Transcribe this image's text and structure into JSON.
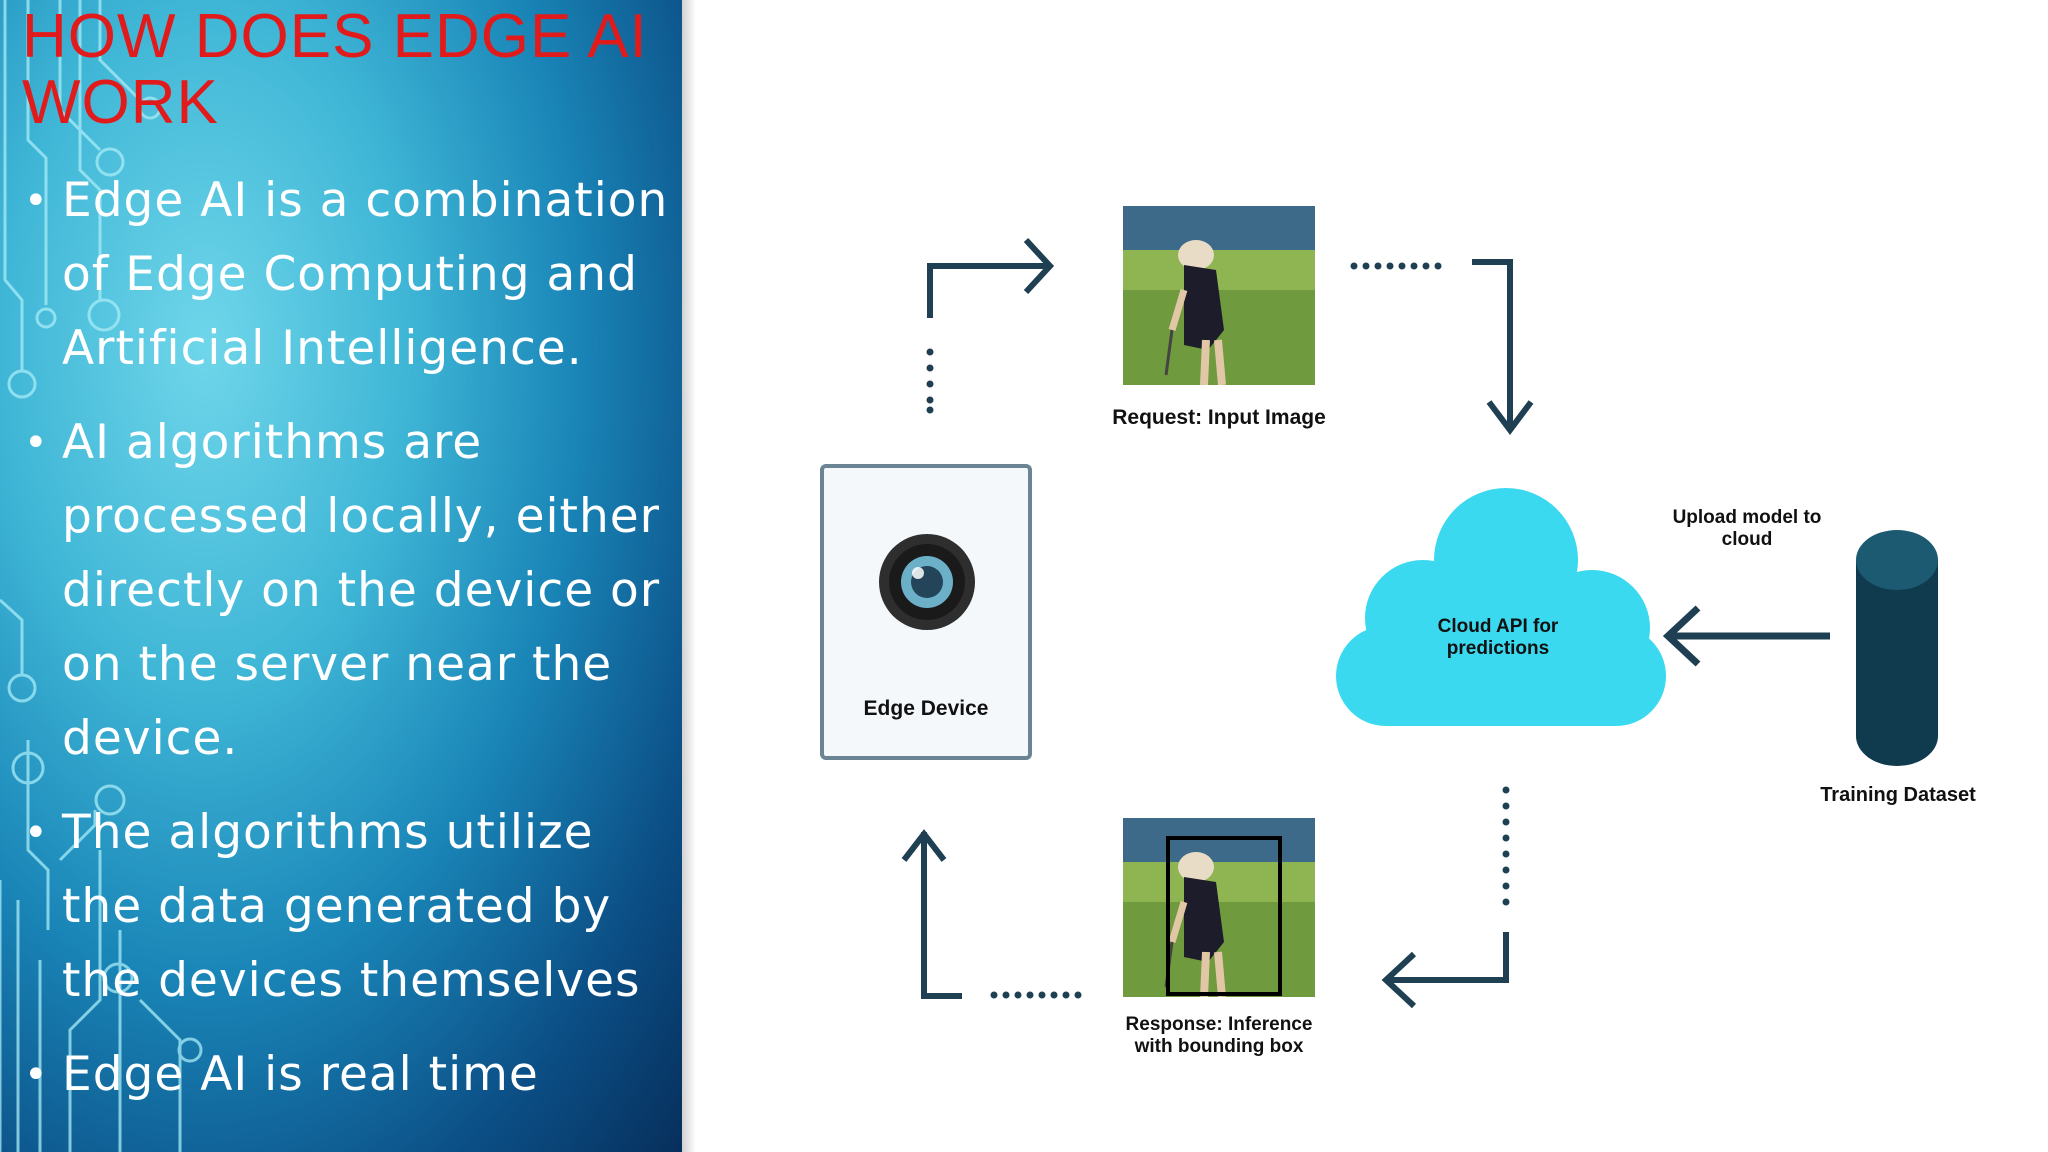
{
  "slide": {
    "title": "HOW DOES EDGE AI WORK",
    "bullets": [
      "Edge AI is a combination of Edge Computing and Artificial Intelligence.",
      "AI algorithms are processed locally, either directly on the device or on the server near the device.",
      "The algorithms utilize the data generated by the devices themselves",
      "Edge AI is real time"
    ]
  },
  "diagram": {
    "edge_device_label": "Edge Device",
    "request_label": "Request: Input Image",
    "cloud_label": "Cloud API for predictions",
    "upload_label": "Upload model to cloud",
    "training_label": "Training Dataset",
    "response_label": "Response: Inference with bounding box"
  },
  "colors": {
    "title": "#e11b1b",
    "arrow": "#1f4052",
    "cloud": "#3ad9f0",
    "cylinder": "#103a4e"
  }
}
